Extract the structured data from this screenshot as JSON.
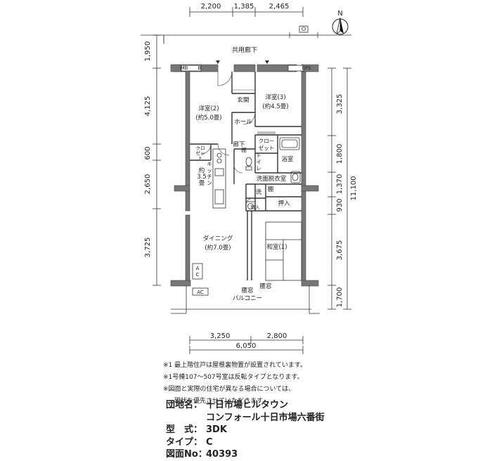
{
  "top_dims": [
    "2,200",
    "1,385",
    "2,465"
  ],
  "bottom_dims": [
    "3,250",
    "2,800"
  ],
  "bottom_total": "6,050",
  "left_dims": [
    "1,950",
    "4,125",
    "600",
    "2,650",
    "3,725"
  ],
  "right_dims": [
    "3,325",
    "1,800",
    "1,370",
    "930",
    "3,675",
    "1,700"
  ],
  "right_total": "11,100",
  "north_label": "N",
  "labels": {
    "corridor": "共用廊下",
    "mb": "MB",
    "b": "B",
    "eps": "EPS",
    "genkan": "玄関",
    "hall": "ホール",
    "yoshitsu2": "洋室(2)",
    "yoshitsu2_size": "(約5.0畳)",
    "yoshitsu3": "洋室(3)",
    "yoshitsu3_size": "(約4.5畳)",
    "roka": "廊下",
    "closet_a": "クロー",
    "closet_b": "ゼット",
    "toilet_a": "ト",
    "toilet_b": "イ",
    "toilet_c": "レ",
    "tana_small": "棚",
    "yokushitsu": "浴室",
    "closet_left_a": "クロ",
    "closet_left_b": "ゼッ",
    "closet_left_c": "ト",
    "kitchen_size_a": "約",
    "kitchen_size_b": "3.5",
    "kitchen_size_c": "畳",
    "kitchen_a": "キ",
    "kitchen_b": "ッ",
    "kitchen_c": "チ",
    "kitchen_d": "ン",
    "senmen": "洗面脱衣室",
    "sen": "洗",
    "tana": "棚",
    "monoire": "物入",
    "oshiire": "押入",
    "dining": "ダイニング",
    "dining_size": "(約7.0畳)",
    "washitsu": "和室(1)",
    "ac1_a": "A",
    "ac1_b": "C",
    "ac2": "AC",
    "kamado_left": "腰窓",
    "kamado_right": "腰窓",
    "balcony": "バルコニー"
  },
  "notes": [
    "※1 最上階住戸は屋根裏物置が設置されています。",
    "※1号棟107～507号室は反転タイプとなります。",
    "※図面と実際の住宅が異なる場合については、",
    "現状を優先させていただきます。"
  ],
  "info": {
    "name_key": "団地名：",
    "name_val1": "十日市場ヒルタウン",
    "name_val2": "コンフォール十日市場六番街",
    "type_key": "型　式：",
    "type_val": "3DK",
    "kind_key": "タイプ：",
    "kind_val": "C",
    "no_key": "図面No：",
    "no_val": "40393"
  }
}
